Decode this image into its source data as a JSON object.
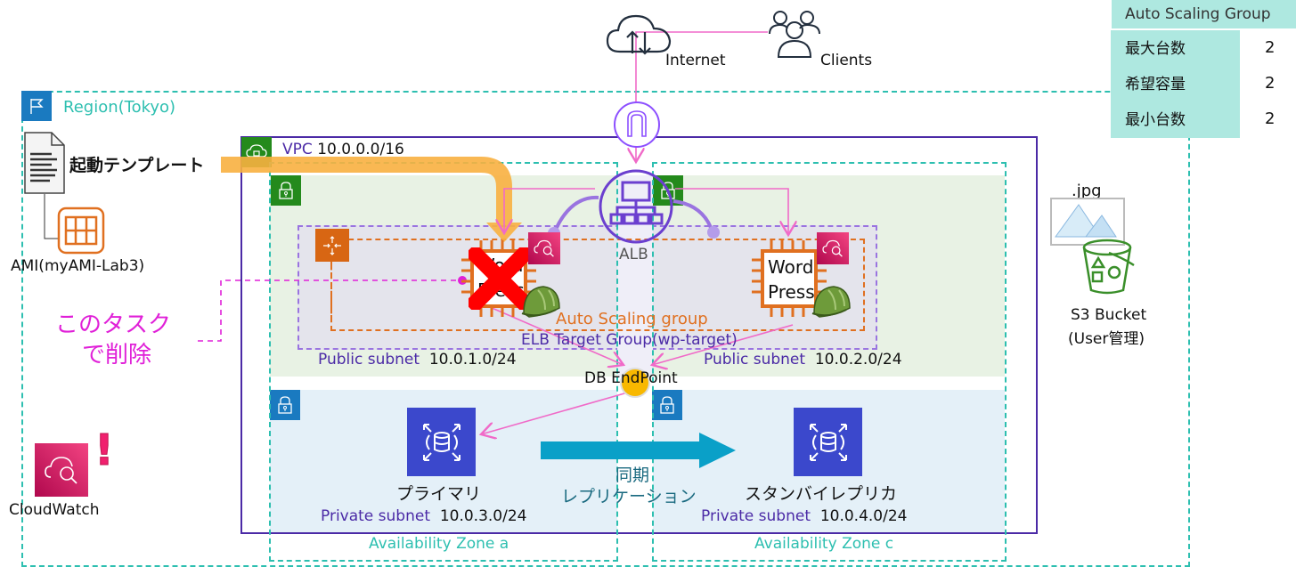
{
  "asg_table": {
    "title": "Auto Scaling Group",
    "rows": [
      {
        "label": "最大台数",
        "value": "2"
      },
      {
        "label": "希望容量",
        "value": "2"
      },
      {
        "label": "最小台数",
        "value": "2"
      }
    ]
  },
  "external": {
    "internet_label": "Internet",
    "clients_label": "Clients"
  },
  "region": {
    "label": "Region(Tokyo)"
  },
  "launch_template": {
    "label": "起動テンプレート"
  },
  "ami": {
    "label": "AMI(myAMI-Lab3)"
  },
  "delete_note": {
    "line1": "このタスク",
    "line2": "で削除"
  },
  "vpc": {
    "label_prefix": "VPC",
    "cidr": "10.0.0.0/16"
  },
  "alb": {
    "label": "ALB"
  },
  "instances": [
    {
      "label_line1": "Word",
      "label_line2": "Press",
      "deleted": true
    },
    {
      "label_line1": "Word",
      "label_line2": "Press",
      "deleted": false
    }
  ],
  "auto_scaling_group_label": "Auto Scaling group",
  "target_group_label": "ELB Target Group(wp-target)",
  "public_subnets": [
    {
      "label": "Public subnet",
      "cidr": "10.0.1.0/24"
    },
    {
      "label": "Public subnet",
      "cidr": "10.0.2.0/24"
    }
  ],
  "db_endpoint_label": "DB EndPoint",
  "private_subnets": [
    {
      "label": "Private subnet",
      "cidr": "10.0.3.0/24",
      "db_label": "プライマリ"
    },
    {
      "label": "Private subnet",
      "cidr": "10.0.4.0/24",
      "db_label": "スタンバイレプリカ"
    }
  ],
  "replication": {
    "line1": "同期",
    "line2": "レプリケーション"
  },
  "availability_zones": [
    "Availability Zone a",
    "Availability Zone c"
  ],
  "s3": {
    "file_label": ".jpg",
    "line1": "S3 Bucket",
    "line2": "(User管理)"
  },
  "cloudwatch": {
    "label": "CloudWatch",
    "alert_glyph": "!"
  },
  "colors": {
    "teal_dash": "#2dbfb0",
    "vpc_border": "#4b2aa6",
    "public_bg": "#e8f2e4",
    "private_bg": "#e4f0f8",
    "asg_orange": "#e07020",
    "target_purple": "#9a74e0",
    "pink_arrow": "#f06ac8",
    "magenta": "#e020d8",
    "asg_table_bg": "#aee8e0",
    "replication_arrow": "#0aa0c8",
    "rds_blue": "#3b48cc",
    "cloudwatch_pink": "#d6246e"
  }
}
